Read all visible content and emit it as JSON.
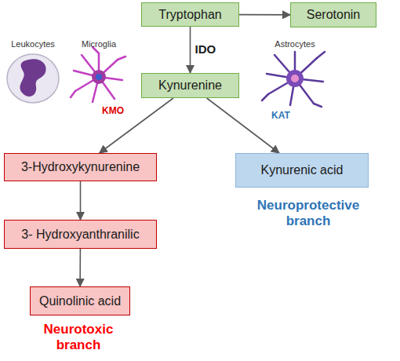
{
  "diagram": {
    "nodes": [
      {
        "text": [
          "Tryptophan"
        ]
      },
      {
        "text": [
          "Serotonin"
        ]
      },
      {
        "text": [
          "Kynurenine"
        ]
      },
      {
        "text": [
          "3-Hydroxykynurenine"
        ]
      },
      {
        "text": [
          "Kynurenic acid"
        ]
      },
      {
        "text": [
          "3- Hydroxyanthranilic"
        ]
      },
      {
        "text": [
          "Quinolinic acid"
        ]
      }
    ],
    "edges": [
      {
        "from": 0,
        "to": 1,
        "arrow": "to"
      },
      {
        "from": 0,
        "to": 2,
        "label": "IDO",
        "arrow": "to"
      },
      {
        "from": 2,
        "to": 3,
        "arrow": "to"
      },
      {
        "from": 2,
        "to": 4,
        "arrow": "to"
      },
      {
        "from": 3,
        "to": 5,
        "arrow": "to"
      },
      {
        "from": 5,
        "to": 6,
        "arrow": "to"
      }
    ],
    "labels": [
      "Leukocytes",
      "Microglia",
      "KMO",
      "Astrocytes",
      "KAT",
      "Neuroprotective branch",
      "Neurotoxic branch"
    ]
  }
}
